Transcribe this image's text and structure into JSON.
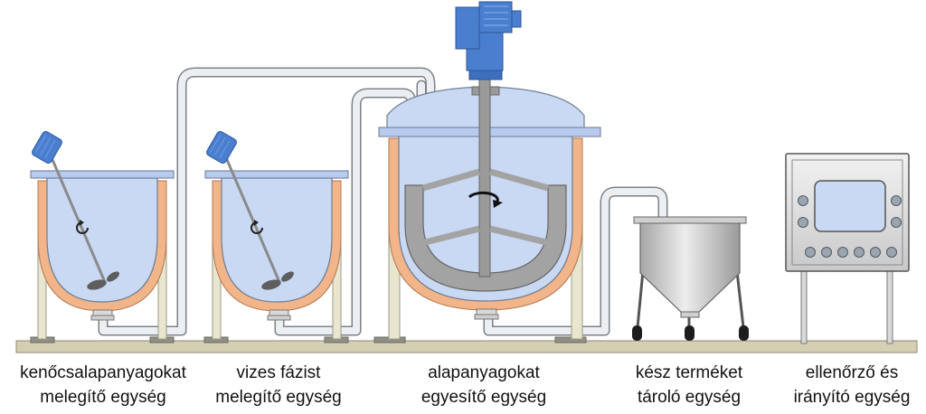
{
  "units": [
    {
      "line1": "kenőcsalapanyagokat",
      "line2": "melegítő egység"
    },
    {
      "line1": "vizes fázist",
      "line2": "melegítő egység"
    },
    {
      "line1": "alapanyagokat",
      "line2": "egyesítő egység"
    },
    {
      "line1": "kész terméket",
      "line2": "tároló egység"
    },
    {
      "line1": "ellenőrző és",
      "line2": "irányító egység"
    }
  ],
  "colors": {
    "liquid": "#c9d9f3",
    "jacket": "#f2b489",
    "motor": "#4a7fd0",
    "pipe": "#eceff2",
    "steel": "#9ea2a8",
    "base": "#d4cfb3",
    "leg": "#e8e6cf"
  }
}
